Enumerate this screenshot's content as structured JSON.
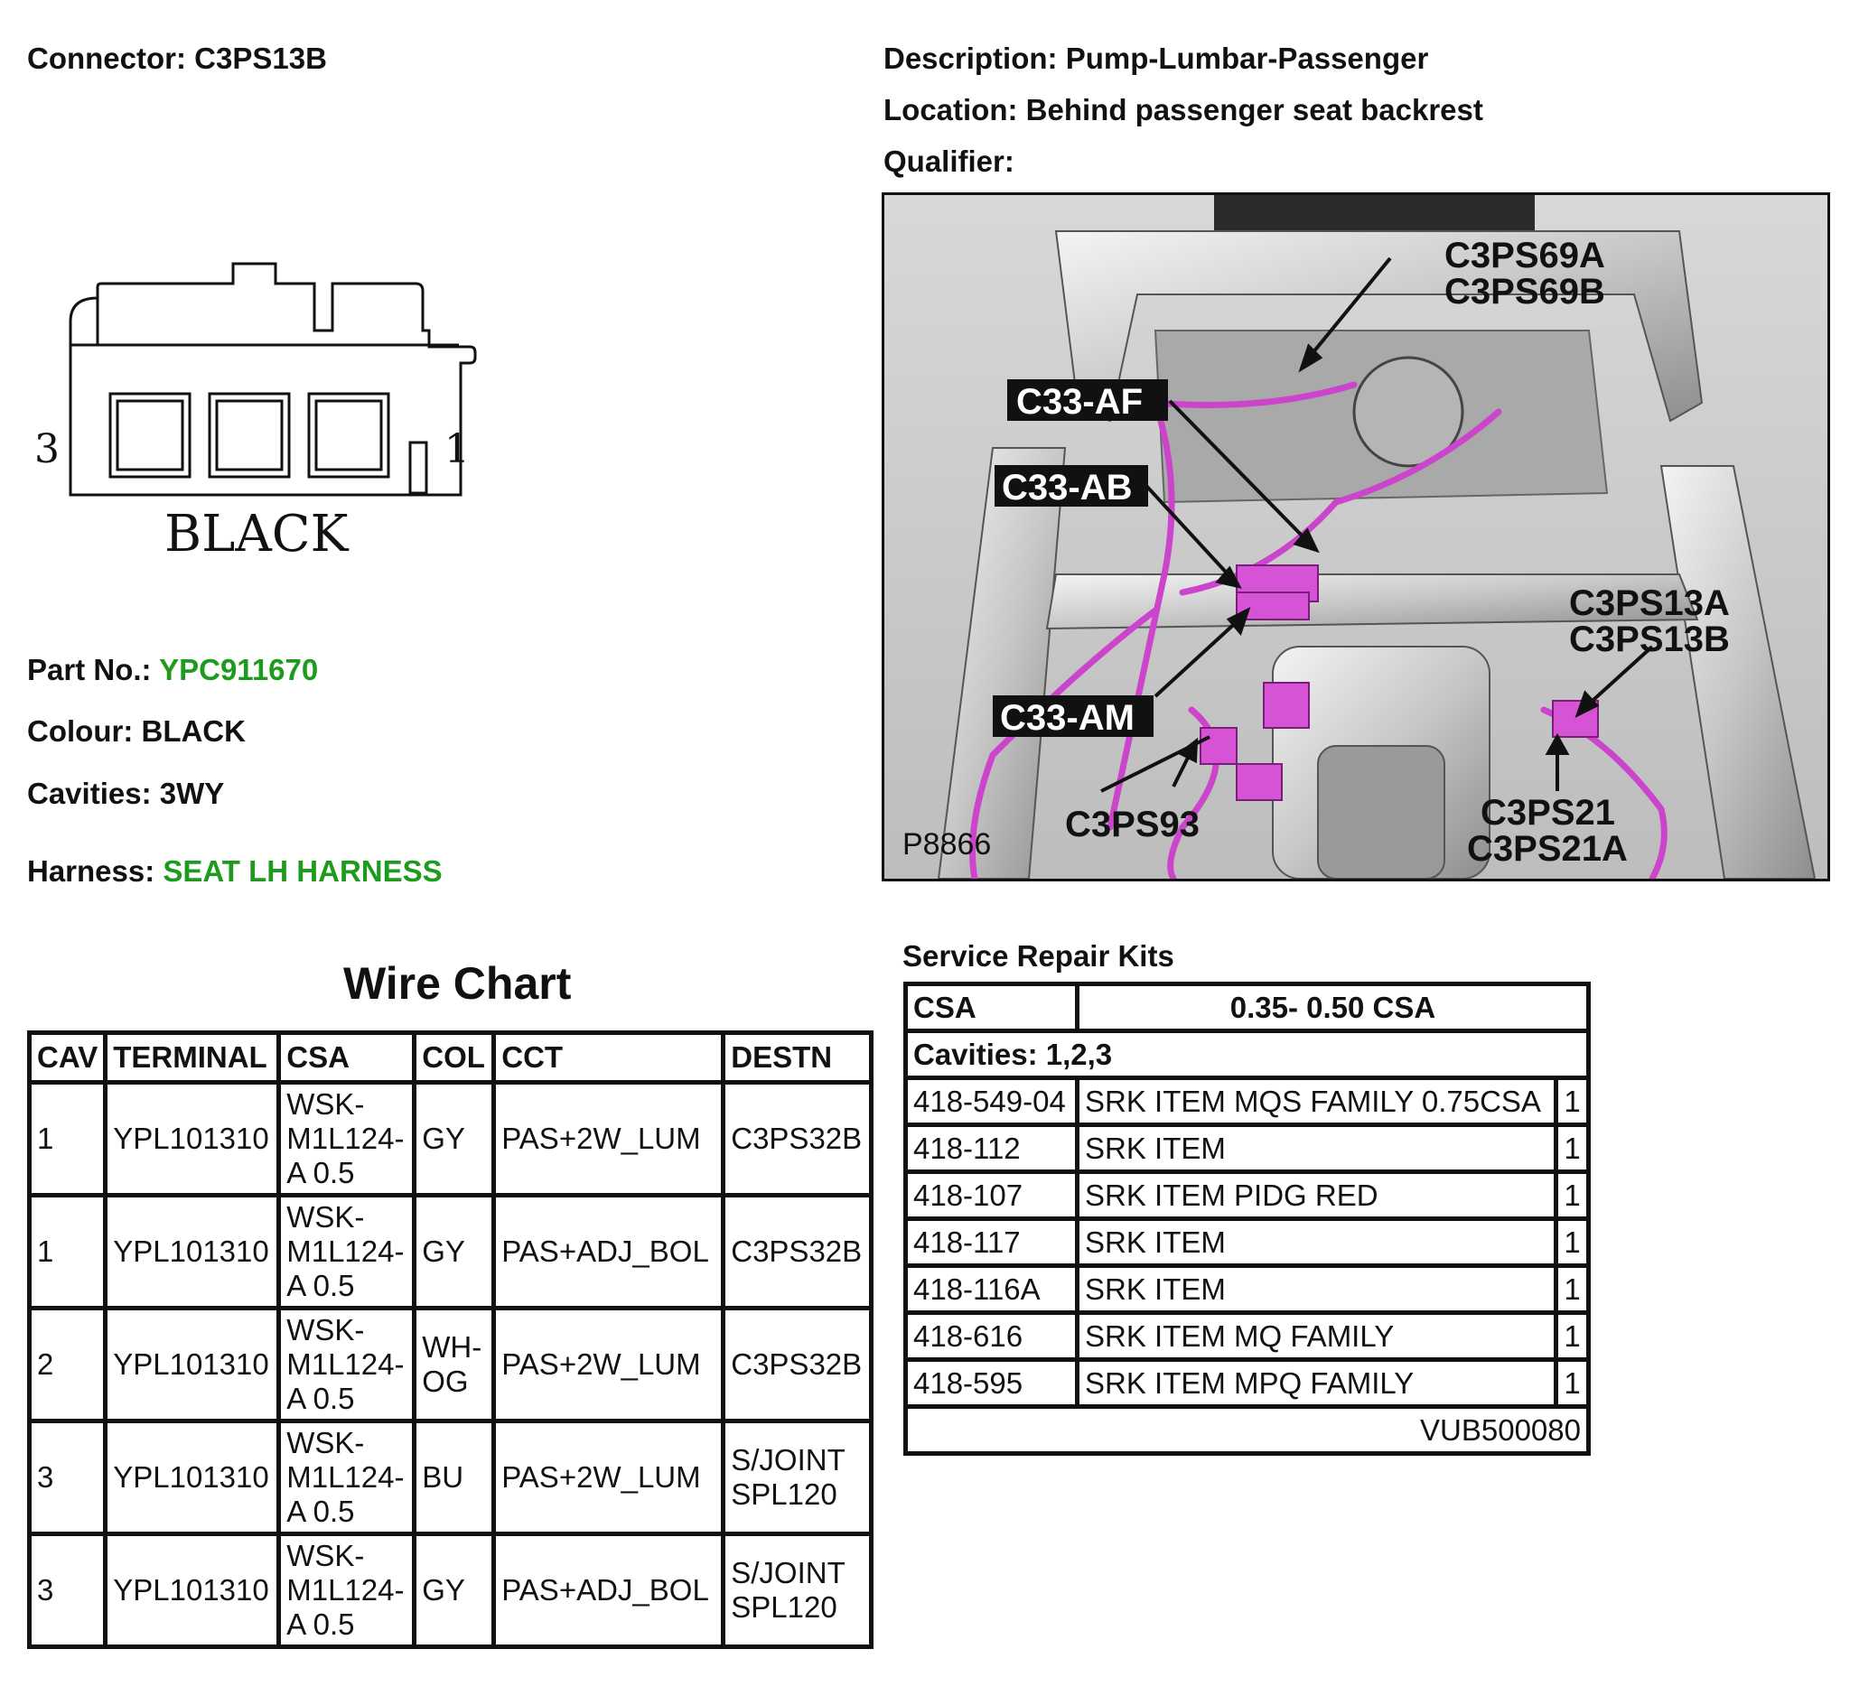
{
  "header": {
    "connector_label": "Connector:",
    "connector_value": "C3PS13B",
    "description_label": "Description:",
    "description_value": "Pump-Lumbar-Passenger",
    "location_label": "Location:",
    "location_value": "Behind passenger seat backrest",
    "qualifier_label": "Qualifier:"
  },
  "connector_drawing": {
    "left_cavity": "3",
    "right_cavity": "1",
    "color_text": "BLACK"
  },
  "details": {
    "part_label": "Part No.:",
    "part_value": "YPC911670",
    "colour_label": "Colour:",
    "colour_value": "BLACK",
    "cavities_label": "Cavities:",
    "cavities_value": "3WY",
    "harness_label": "Harness:",
    "harness_value": "SEAT LH HARNESS",
    "link_color": "#1e9b1e"
  },
  "photo": {
    "labels": {
      "c3ps69": "C3PS69A",
      "c3ps69b": "C3PS69B",
      "c33af": "C33-AF",
      "c33ab": "C33-AB",
      "c33am": "C33-AM",
      "c3ps13a": "C3PS13A",
      "c3ps13b": "C3PS13B",
      "c3ps93": "C3PS93",
      "c3ps21": "C3PS21",
      "c3ps21a": "C3PS21A",
      "ref": "P8866"
    },
    "wire_color": "#cc44cc"
  },
  "wire_chart": {
    "title": "Wire Chart",
    "headers": [
      "CAV",
      "TERMINAL",
      "CSA",
      "COL",
      "CCT",
      "DESTN"
    ],
    "rows": [
      [
        "1",
        "YPL101310",
        "WSK-\nM1L124-\nA 0.5",
        "GY",
        "PAS+2W_LUM",
        "C3PS32B"
      ],
      [
        "1",
        "YPL101310",
        "WSK-\nM1L124-\nA 0.5",
        "GY",
        "PAS+ADJ_BOL",
        "C3PS32B"
      ],
      [
        "2",
        "YPL101310",
        "WSK-\nM1L124-\nA 0.5",
        "WH-\nOG",
        "PAS+2W_LUM",
        "C3PS32B"
      ],
      [
        "3",
        "YPL101310",
        "WSK-\nM1L124-\nA 0.5",
        "BU",
        "PAS+2W_LUM",
        "S/JOINT\nSPL120"
      ],
      [
        "3",
        "YPL101310",
        "WSK-\nM1L124-\nA 0.5",
        "GY",
        "PAS+ADJ_BOL",
        "S/JOINT\nSPL120"
      ]
    ]
  },
  "service_kits": {
    "title": "Service Repair Kits",
    "csa_label": "CSA",
    "csa_value": "0.35- 0.50 CSA",
    "cavities": "Cavities: 1,2,3",
    "items": [
      [
        "418-549-04",
        "SRK ITEM MQS FAMILY 0.75CSA",
        "1"
      ],
      [
        "418-112",
        "SRK ITEM",
        "1"
      ],
      [
        "418-107",
        "SRK ITEM PIDG RED",
        "1"
      ],
      [
        "418-117",
        "SRK ITEM",
        "1"
      ],
      [
        "418-116A",
        "SRK ITEM",
        "1"
      ],
      [
        "418-616",
        "SRK ITEM MQ FAMILY",
        "1"
      ],
      [
        "418-595",
        "SRK ITEM MPQ FAMILY",
        "1"
      ]
    ],
    "reference": "VUB500080"
  }
}
